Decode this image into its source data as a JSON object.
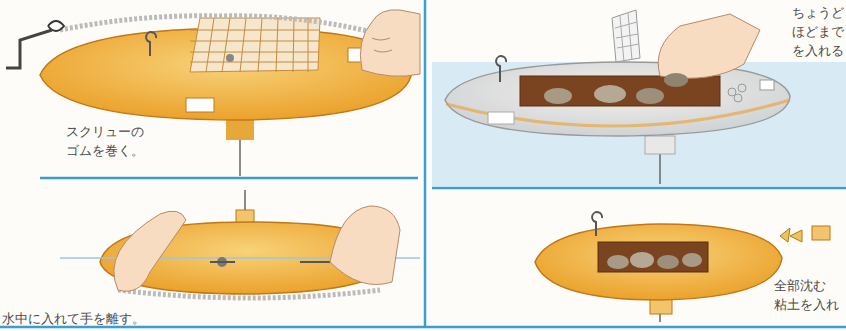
{
  "diagram": {
    "labels": [
      "スクリューの ゴムを巻く。",
      "水中に入れて手を離す。",
      "ちょうど ほどまで を入れる",
      "全部沈む 粘土を入れ"
    ]
  }
}
